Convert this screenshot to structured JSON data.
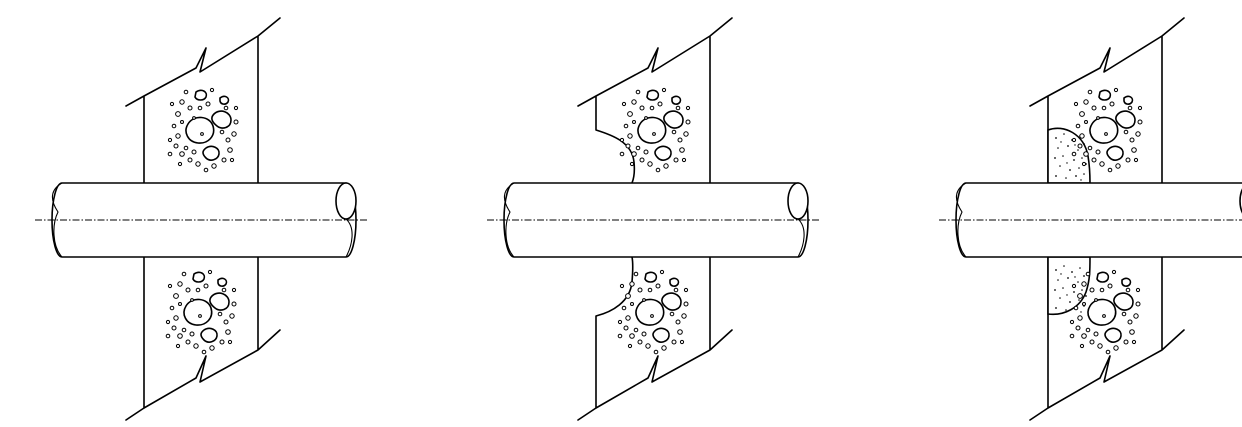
{
  "figure": {
    "panels": [
      {
        "id": "panel-1",
        "state": "wall-with-pipe"
      },
      {
        "id": "panel-2",
        "state": "wall-with-pipe-chipped-opening"
      },
      {
        "id": "panel-3",
        "state": "wall-with-pipe-opening-filled"
      }
    ],
    "colors": {
      "ink": "#000000",
      "background": "#ffffff"
    }
  }
}
